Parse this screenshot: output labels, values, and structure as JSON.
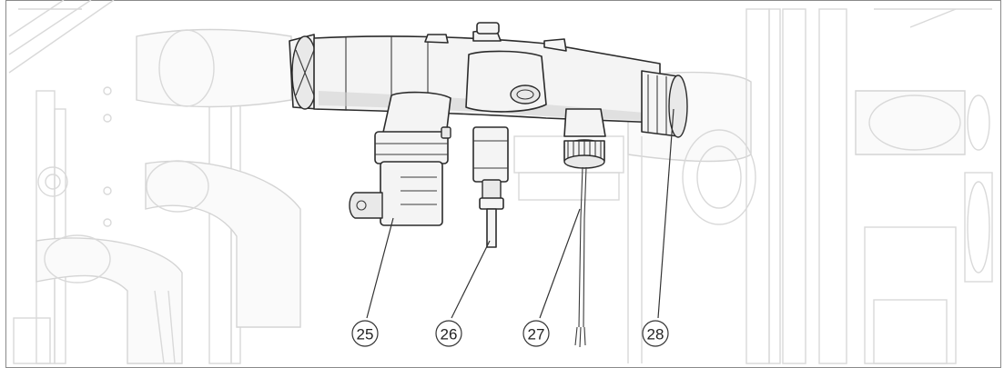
{
  "callouts": [
    {
      "id": "25",
      "label": "25"
    },
    {
      "id": "26",
      "label": "26"
    },
    {
      "id": "27",
      "label": "27"
    },
    {
      "id": "28",
      "label": "28"
    }
  ]
}
